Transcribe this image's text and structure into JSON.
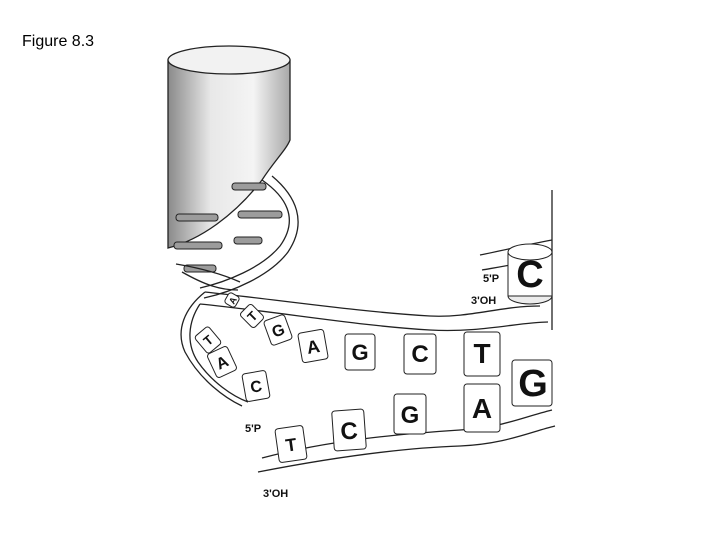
{
  "figure": {
    "label": "Figure 8.3"
  },
  "diagram": {
    "colors": {
      "line": "#222222",
      "helix_fill": "#cccccc",
      "rung": "#999999"
    },
    "labels": {
      "top_5p": "5'P",
      "top_3oh": "3'OH",
      "lower_5p": "5'P",
      "lower_3oh": "3'OH"
    },
    "upper_strand_bases": [
      "A",
      "T",
      "G",
      "A",
      "G",
      "C",
      "T"
    ],
    "lower_strand_bases": [
      "T",
      "A",
      "C",
      "T",
      "C",
      "G",
      "A"
    ],
    "free_bases": [
      "C",
      "G"
    ]
  }
}
